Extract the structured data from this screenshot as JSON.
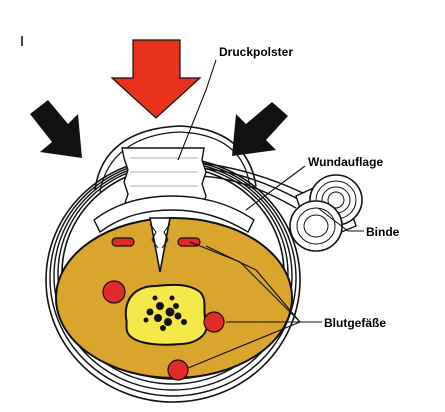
{
  "labels": {
    "pressure_pad": "Druckpolster",
    "wound_dressing": "Wundauflage",
    "bandage": "Binde",
    "blood_vessels": "Blutgefäße"
  },
  "colors": {
    "pressure_arrow": "#e8321e",
    "side_arrows": "#111111",
    "limb_tissue": "#d9a52c",
    "vessel": "#e32a2a",
    "bone_marrow": "#f5e94a",
    "bandage": "#ffffff",
    "outline": "#111111"
  }
}
